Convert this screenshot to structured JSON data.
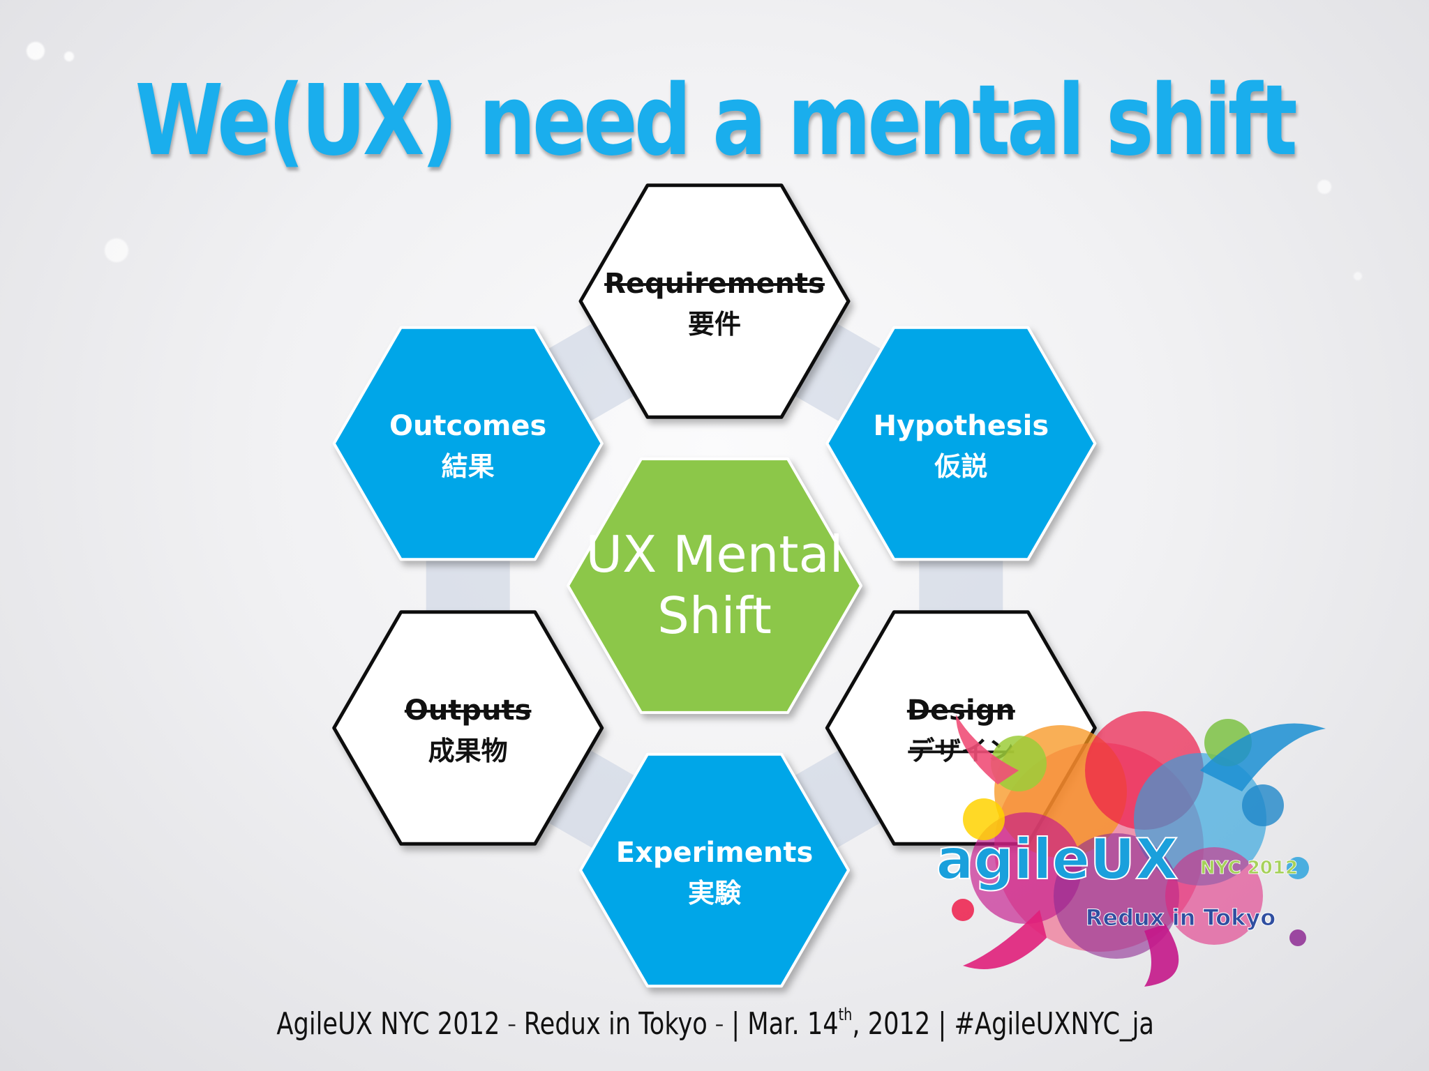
{
  "slide": {
    "title": "We(UX) need a mental shift"
  },
  "diagram": {
    "center": {
      "line1": "UX Mental",
      "line2": "Shift",
      "color": "#8cc74a"
    },
    "nodes": [
      {
        "id": "requirements",
        "en": "Requirements",
        "ja": "要件",
        "style": "white",
        "strike_en": true,
        "strike_ja": false
      },
      {
        "id": "hypothesis",
        "en": "Hypothesis",
        "ja": "仮説",
        "style": "blue",
        "strike_en": false,
        "strike_ja": false
      },
      {
        "id": "design",
        "en": "Design",
        "ja": "デザイン",
        "style": "white",
        "strike_en": true,
        "strike_ja": true
      },
      {
        "id": "experiments",
        "en": "Experiments",
        "ja": "実験",
        "style": "blue",
        "strike_en": false,
        "strike_ja": false
      },
      {
        "id": "outputs",
        "en": "Outputs",
        "ja": "成果物",
        "style": "white",
        "strike_en": true,
        "strike_ja": false
      },
      {
        "id": "outcomes",
        "en": "Outcomes",
        "ja": "結果",
        "style": "blue",
        "strike_en": false,
        "strike_ja": false
      }
    ],
    "colors": {
      "blue": "#00a6e8",
      "white": "#ffffff",
      "outline": "#111111",
      "connector": "#c6d0e0"
    }
  },
  "footer": {
    "part1": "AgileUX NYC 2012",
    "dash": "–",
    "part2": "Redux in Tokyo",
    "part3": "| Mar. 14",
    "sup": "th",
    "part4": ", 2012 | #AgileUXNYC_ja"
  },
  "logo": {
    "main": "agileUX",
    "badge": "NYC 2012",
    "sub": "Redux in Tokyo"
  }
}
